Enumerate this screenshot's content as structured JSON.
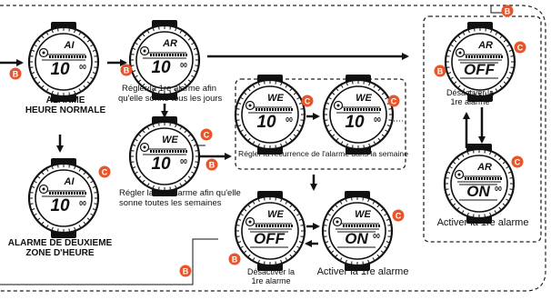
{
  "button_b": "B",
  "button_c": "C",
  "captions": {
    "alarm_normal_1": "ALARME",
    "alarm_normal_2": "HEURE NORMALE",
    "alarm_second_1": "ALARME DE DEUXIEME",
    "alarm_second_2": "ZONE D'HEURE",
    "daily_1": "Régler la 1re alarme afin",
    "daily_2": "qu'elle sonne tous les jours",
    "weekly_1": "Régler la 1re alarme afin qu'elle",
    "weekly_2": "sonne toutes les semaines",
    "recurrence": "Régler la récurrence de l'alarme dans la semaine",
    "deactivate_right_1": "Désactiver la",
    "deactivate_right_2": "1re alarme",
    "activate_right": "Activer la 1re alarme",
    "deactivate_bottom_1": "Désactiver la",
    "deactivate_bottom_2": "1re alarme",
    "activate_bottom": "Activer la 1re alarme"
  },
  "watches": [
    {
      "id": "normal",
      "top": "AI",
      "main": "10",
      "side": "00"
    },
    {
      "id": "daily",
      "top": "AR",
      "main": "10",
      "side": "00"
    },
    {
      "id": "second",
      "top": "AI",
      "main": "10",
      "side": "00"
    },
    {
      "id": "weekly",
      "top": "WE",
      "main": "10",
      "side": "00"
    },
    {
      "id": "rec1",
      "top": "WE",
      "main": "10",
      "side": "00"
    },
    {
      "id": "rec2",
      "top": "WE",
      "main": "10",
      "side": "00"
    },
    {
      "id": "off_right",
      "top": "AR",
      "main": "OFF",
      "side": ""
    },
    {
      "id": "on_right",
      "top": "AR",
      "main": "ON",
      "side": "00"
    },
    {
      "id": "off_bottom",
      "top": "WE",
      "main": "OFF",
      "side": ""
    },
    {
      "id": "on_bottom",
      "top": "WE",
      "main": "ON",
      "side": "00"
    }
  ],
  "colors": {
    "button": "#e8552a",
    "ink": "#111111",
    "dashed": "#222222"
  }
}
